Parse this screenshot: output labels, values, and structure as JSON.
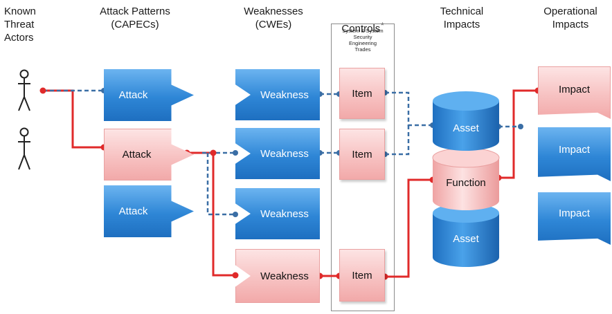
{
  "headers": {
    "actors": "Known\nThreat\nActors",
    "attack_patterns": "Attack Patterns\n(CAPECs)",
    "weaknesses": "Weaknesses\n(CWEs)",
    "controls": "Controls",
    "controls_mark": "*",
    "controls_note": "System & System\nSecurity\nEngineering\nTrades",
    "technical": "Technical\nImpacts",
    "operational": "Operational\nImpacts"
  },
  "attacks": [
    {
      "label": "Attack",
      "state": "blue"
    },
    {
      "label": "Attack",
      "state": "pink"
    },
    {
      "label": "Attack",
      "state": "blue"
    }
  ],
  "weaknesses": [
    {
      "label": "Weakness",
      "state": "blue"
    },
    {
      "label": "Weakness",
      "state": "blue"
    },
    {
      "label": "Weakness",
      "state": "blue"
    },
    {
      "label": "Weakness",
      "state": "pink"
    }
  ],
  "controls": [
    {
      "label": "Item",
      "state": "pink"
    },
    {
      "label": "Item",
      "state": "pink"
    },
    {
      "label": "Item",
      "state": "pink"
    }
  ],
  "technical_impacts": [
    {
      "label": "Asset",
      "state": "blue"
    },
    {
      "label": "Function",
      "state": "pink"
    },
    {
      "label": "Asset",
      "state": "blue"
    }
  ],
  "operational_impacts": [
    {
      "label": "Impact",
      "state": "pink"
    },
    {
      "label": "Impact",
      "state": "blue"
    },
    {
      "label": "Impact",
      "state": "blue"
    }
  ],
  "colors": {
    "active_path": "#e02a2a",
    "potential_path": "#3a6ea5",
    "blue_fill": "#2e86d6",
    "pink_fill": "#f7c2c2"
  }
}
